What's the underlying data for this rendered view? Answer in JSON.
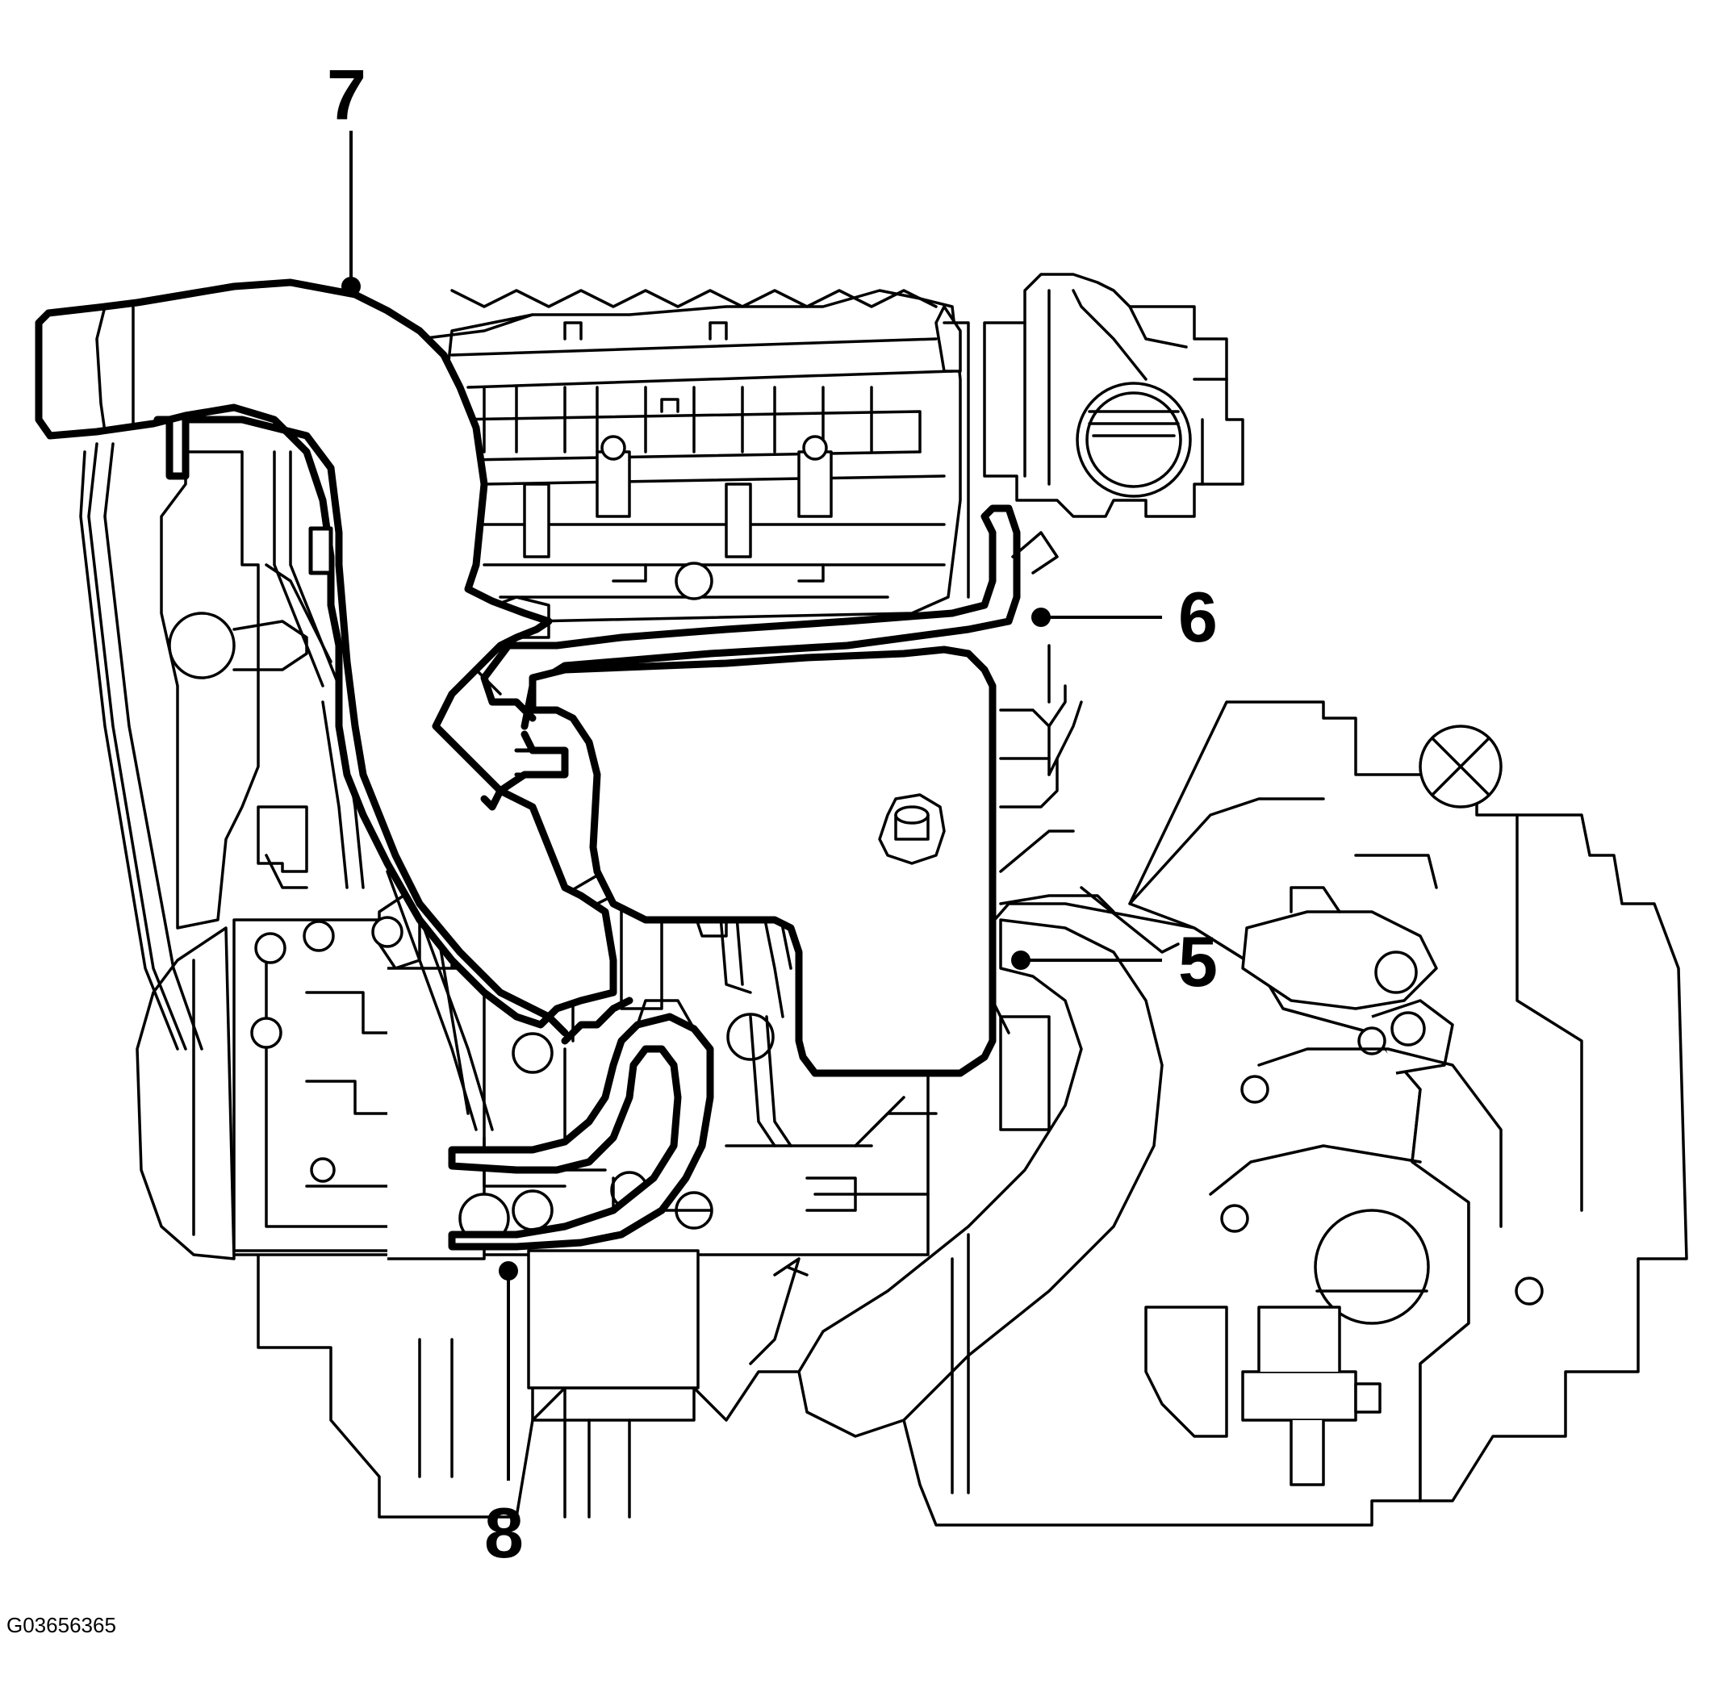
{
  "figure_id": "G03656365",
  "callouts": [
    {
      "id": "callout-7",
      "label": "7"
    },
    {
      "id": "callout-6",
      "label": "6"
    },
    {
      "id": "callout-5",
      "label": "5"
    },
    {
      "id": "callout-8",
      "label": "8"
    }
  ]
}
